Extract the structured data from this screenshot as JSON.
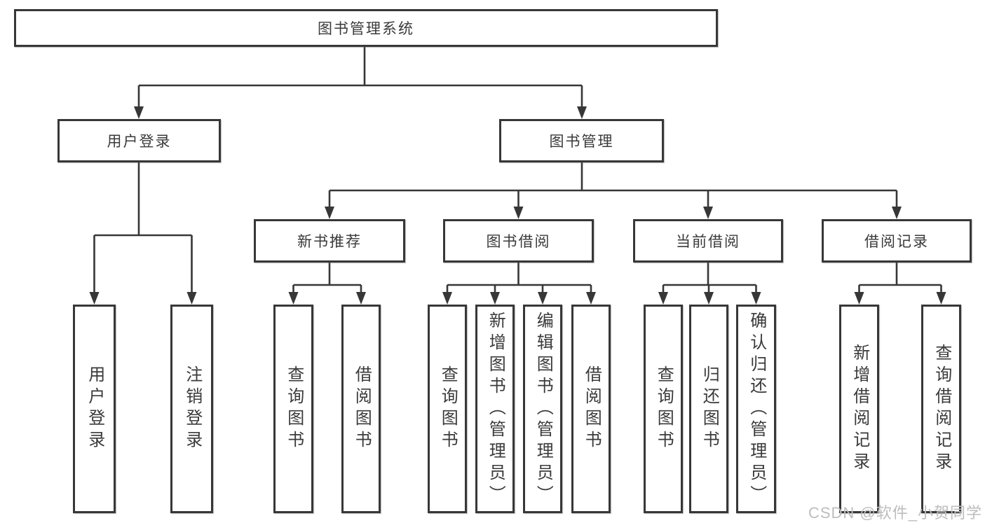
{
  "diagram": {
    "title": "图书管理系统",
    "level2": {
      "user_login": "用户登录",
      "book_management": "图书管理"
    },
    "level3": {
      "new_book_recommend": "新书推荐",
      "book_borrow": "图书借阅",
      "current_borrow": "当前借阅",
      "borrow_records": "借阅记录"
    },
    "leaves": {
      "user_login_leaf": "用户登录",
      "logout": "注销登录",
      "recommend_search_books": "查询图书",
      "recommend_borrow_books": "借阅图书",
      "borrow_search_books": "查询图书",
      "borrow_add_books": "新增图书（管理员）",
      "borrow_edit_books": "编辑图书（管理员）",
      "borrow_borrow_books": "借阅图书",
      "current_search_books": "查询图书",
      "current_return_books": "归还图书",
      "current_confirm_return": "确认归还（管理员）",
      "records_add_record": "新增借阅记录",
      "records_search_record": "查询借阅记录"
    }
  },
  "watermark": {
    "text": "CSDN @软件_小贺同学"
  },
  "colors": {
    "line": "#373737",
    "text": "#3a3a3a",
    "watermark": "#bdbdbd",
    "background": "#ffffff"
  }
}
